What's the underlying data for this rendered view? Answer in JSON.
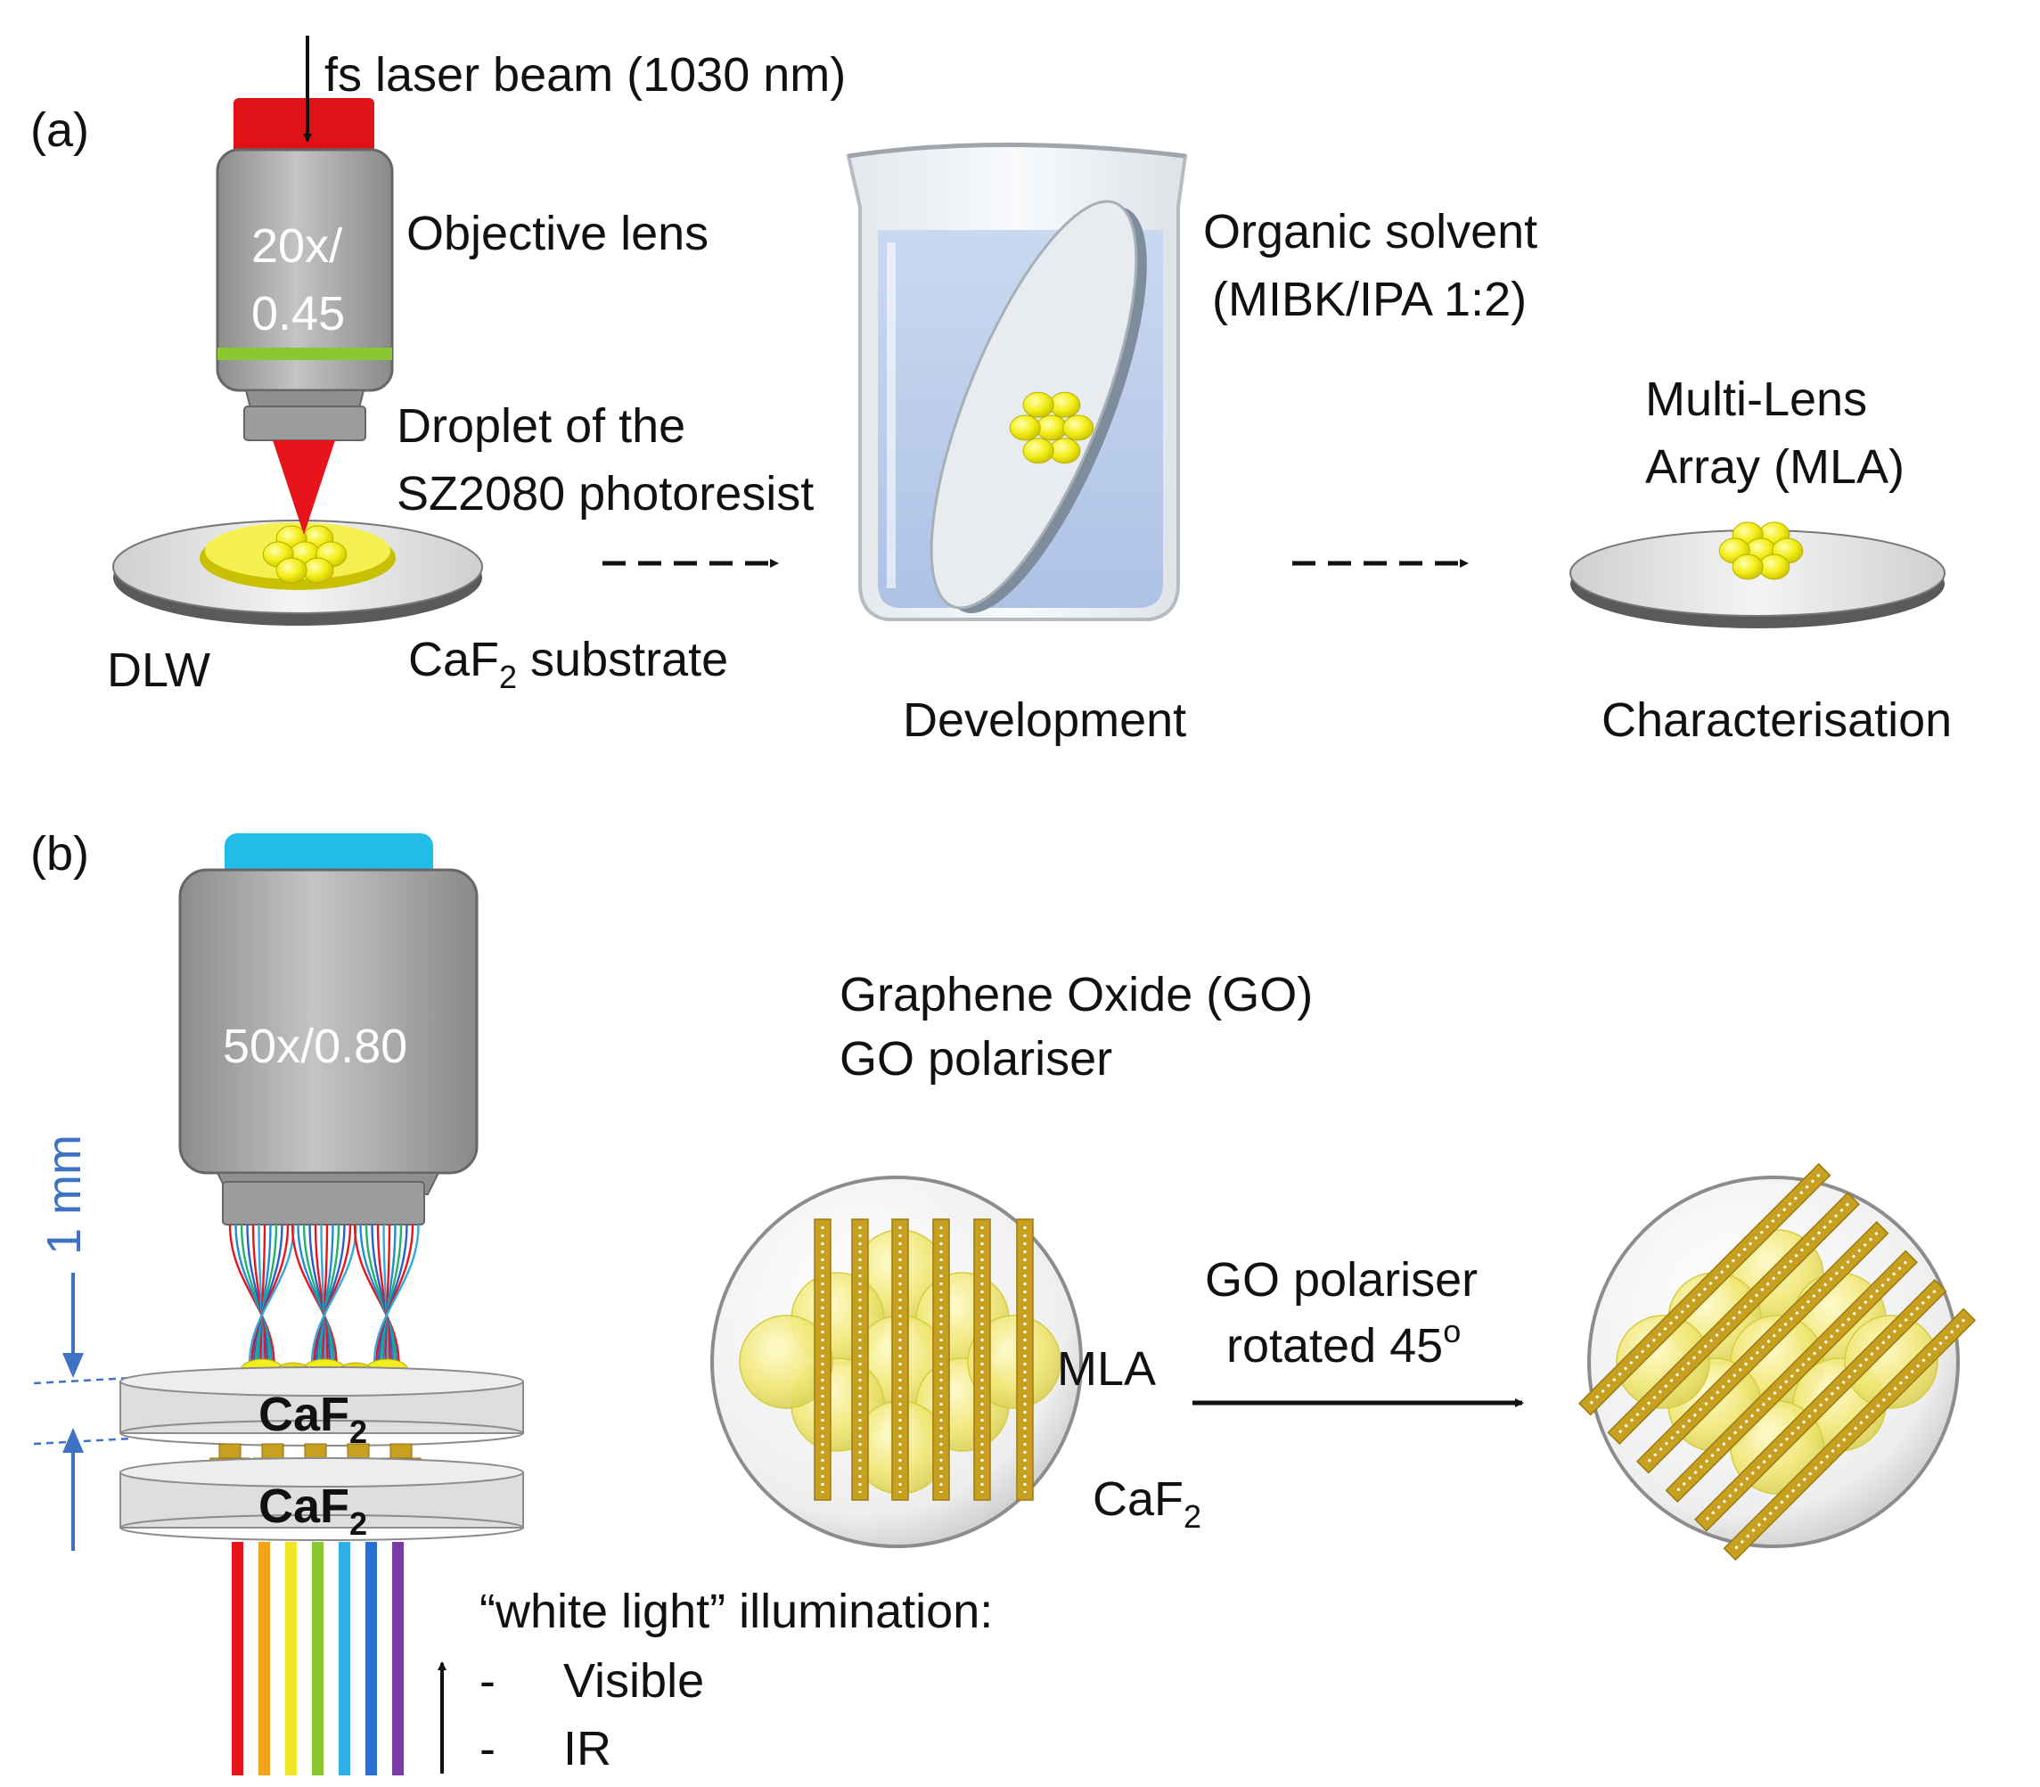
{
  "panel_a": {
    "label": "(a)",
    "beam_label": "fs laser beam (1030 nm)",
    "objective_label": "Objective lens",
    "objective_spec_line1": "20x/",
    "objective_spec_line2": "0.45",
    "droplet_label_line1": "Droplet of the",
    "droplet_label_line2": "SZ2080 photoresist",
    "dlw_label": "DLW",
    "substrate_label_main": "CaF",
    "substrate_label_sub": "2",
    "substrate_label_rest": " substrate",
    "solvent_label_line1": "Organic solvent",
    "solvent_label_line2": "(MIBK/IPA 1:2)",
    "development_label": "Development",
    "mla_label_line1": "Multi-Lens",
    "mla_label_line2": "Array (MLA)",
    "characterisation_label": "Characterisation"
  },
  "panel_b": {
    "label": "(b)",
    "objective_spec": "50x/0.80",
    "distance_label": "1 mm",
    "caf2_top_main": "CaF",
    "caf2_top_sub": "2",
    "caf2_bottom_main": "CaF",
    "caf2_bottom_sub": "2",
    "illumination_title": "“white light” illumination:",
    "illumination_item1_dash": "-",
    "illumination_item1": "Visible",
    "illumination_item2_dash": "-",
    "illumination_item2": "IR",
    "go_label_line1": "Graphene Oxide (GO)",
    "go_label_line2": "GO polariser",
    "mla_label": "MLA",
    "caf2_label_main": "CaF",
    "caf2_label_sub": "2",
    "rotation_label_line1": "GO polariser",
    "rotation_label_line2_main": "rotated 45",
    "rotation_label_line2_sup": "o"
  },
  "colors": {
    "laser_red": "#e8141c",
    "lens_blue": "#33ccee",
    "lens_grey": "#a9a9a9",
    "photoresist_yellow": "#f4f020",
    "go_gold": "#c8a020",
    "annotation_blue": "#3d72c4",
    "band_green": "#8ac832"
  }
}
